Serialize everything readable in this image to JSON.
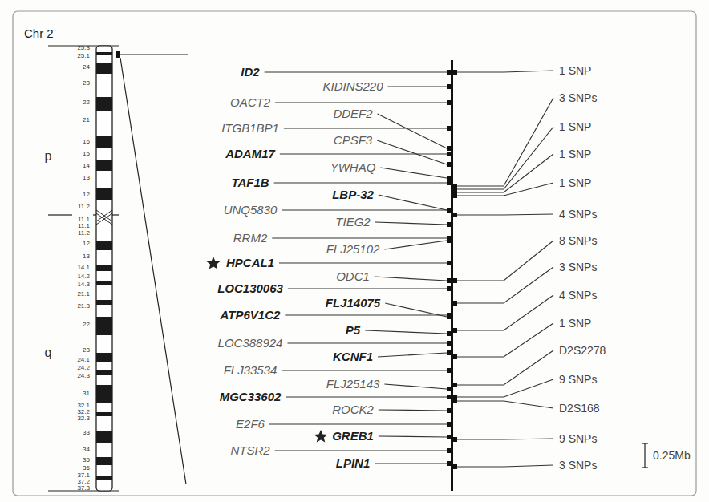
{
  "diagram": {
    "labels": [
      "Chr 2",
      "25.3",
      "25.1",
      "24",
      "23",
      "22",
      "21",
      "16",
      "15",
      "14",
      "13",
      "12",
      "11.2",
      "11.1",
      "11.1",
      "11.2",
      "12",
      "13",
      "14.1",
      "14.2",
      "14.3",
      "21.1",
      "21.3",
      "22",
      "23",
      "24.1",
      "24.2",
      "24.3",
      "31",
      "32.1",
      "32.2",
      "32.3",
      "33",
      "34",
      "35",
      "36",
      "37.1",
      "37.2",
      "37.3",
      "p",
      "q",
      "ID2",
      "KIDINS220",
      "OACT2",
      "DDEF2",
      "ITGB1BP1",
      "CPSF3",
      "ADAM17",
      "YWHAQ",
      "TAF1B",
      "LBP-32",
      "UNQ5830",
      "TIEG2",
      "RRM2",
      "FLJ25102",
      "HPCAL1",
      "ODC1",
      "LOC130063",
      "FLJ14075",
      "ATP6V1C2",
      "P5",
      "LOC388924",
      "KCNF1",
      "FLJ33534",
      "FLJ25143",
      "MGC33602",
      "ROCK2",
      "E2F6",
      "GREB1",
      "NTSR2",
      "LPIN1",
      "1 SNP",
      "3 SNPs",
      "1 SNP",
      "1 SNP",
      "1 SNP",
      "4 SNPs",
      "8 SNPs",
      "3 SNPs",
      "4 SNPs",
      "1 SNP",
      "D2S2278",
      "9 SNPs",
      "D2S168",
      "9 SNPs",
      "3 SNPs",
      "0.25Mb"
    ]
  }
}
